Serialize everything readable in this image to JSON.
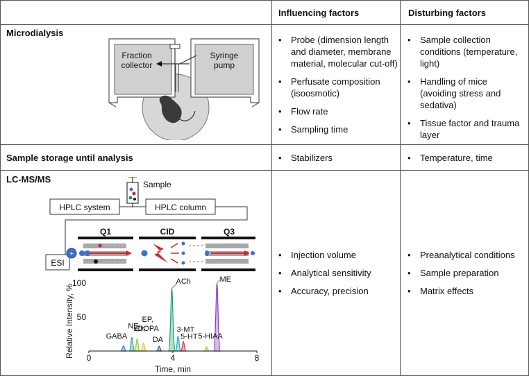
{
  "header": {
    "influencing": "Influencing factors",
    "disturbing": "Disturbing factors"
  },
  "rows": [
    {
      "title": "Microdialysis",
      "influencing": [
        "Probe (dimension length and diameter, membrane material, molecular cut-off)",
        "Perfusate composition (isoosmotic)",
        "Flow rate",
        "Sampling time"
      ],
      "disturbing": [
        "Sample collection conditions (temperature, light)",
        "Handling of mice (avoiding stress and sedativa)",
        "Tissue factor and trauma layer"
      ]
    },
    {
      "title": "Sample storage until analysis",
      "influencing": [
        "Stabilizers"
      ],
      "disturbing": [
        "Temperature, time"
      ]
    },
    {
      "title": "LC-MS/MS",
      "influencing": [
        "Injection volume",
        "Analytical sensitivity",
        "Accuracy, precision"
      ],
      "disturbing": [
        "Preanalytical conditions",
        "Sample preparation",
        "Matrix effects"
      ]
    }
  ],
  "microdialysis_diagram": {
    "fraction_collector": [
      "Fraction",
      "collector"
    ],
    "syringe_pump": [
      "Syringe",
      "pump"
    ]
  },
  "lcms_diagram": {
    "sample": "Sample",
    "hplc_system": "HPLC system",
    "hplc_column": "HPLC column",
    "esi": "ESI",
    "q1": "Q1",
    "cid": "CID",
    "q3": "Q3",
    "ion_plus": "+"
  },
  "chart_data": {
    "type": "line",
    "xlabel": "Time, min",
    "ylabel": "Relative Intensity, %",
    "xlim": [
      0,
      8
    ],
    "ylim": [
      0,
      100
    ],
    "xticks": [
      "0",
      "4",
      "8"
    ],
    "yticks": [
      "100",
      "50"
    ],
    "peaks": [
      {
        "label": "GABA",
        "x": 1.65,
        "height": 8,
        "color": "#3a7bd5"
      },
      {
        "label": "NE",
        "x": 2.05,
        "height": 20,
        "color": "#2aa89a"
      },
      {
        "label": "Ch",
        "x": 2.3,
        "height": 18,
        "color": "#9acd32"
      },
      {
        "label": "EP, LDOPA",
        "x": 2.6,
        "height": 12,
        "color": "#e8c020"
      },
      {
        "label": "DA",
        "x": 3.35,
        "height": 7,
        "color": "#3050c0"
      },
      {
        "label": "ACh",
        "x": 3.95,
        "height": 92,
        "color": "#1aa36b"
      },
      {
        "label": "3-MT",
        "x": 4.25,
        "height": 22,
        "color": "#20b0c0"
      },
      {
        "label": "5-HT",
        "x": 4.5,
        "height": 14,
        "color": "#e03030"
      },
      {
        "label": "5-HIAA",
        "x": 5.6,
        "height": 6,
        "color": "#f0a020"
      },
      {
        "label": "ME",
        "x": 6.1,
        "height": 100,
        "color": "#8a3cc8"
      }
    ]
  }
}
